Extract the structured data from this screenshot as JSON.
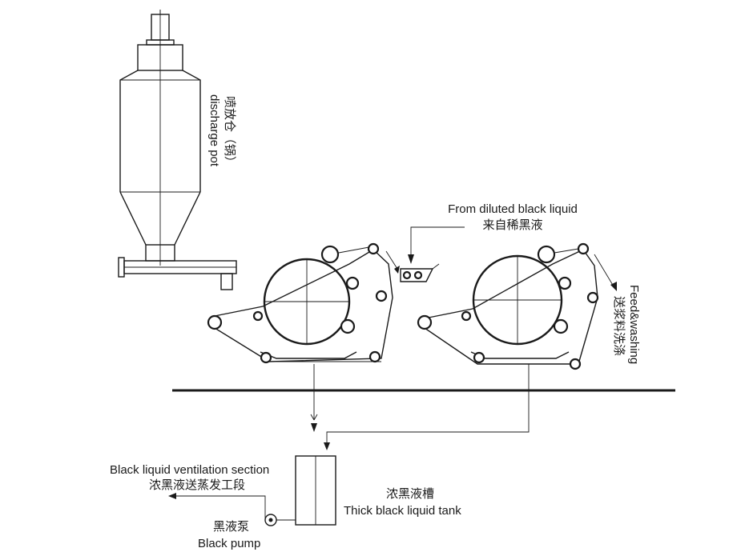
{
  "labels": {
    "discharge_pot_cn": "喷放仓（锅）",
    "discharge_pot_en": "discharge pot",
    "diluted_en": "From diluted black liquid",
    "diluted_cn": "来自稀黑液",
    "feed_en": "Feed&washing",
    "feed_cn": "送浆料洗涤",
    "ventilation_en": "Black liquid ventilation section",
    "ventilation_cn": "浓黑液送蒸发工段",
    "tank_cn": "浓黑液槽",
    "tank_en": "Thick black liquid tank",
    "pump_cn": "黑液泵",
    "pump_en": "Black pump"
  },
  "colors": {
    "line": "#1a1a1a",
    "background": "#ffffff"
  }
}
